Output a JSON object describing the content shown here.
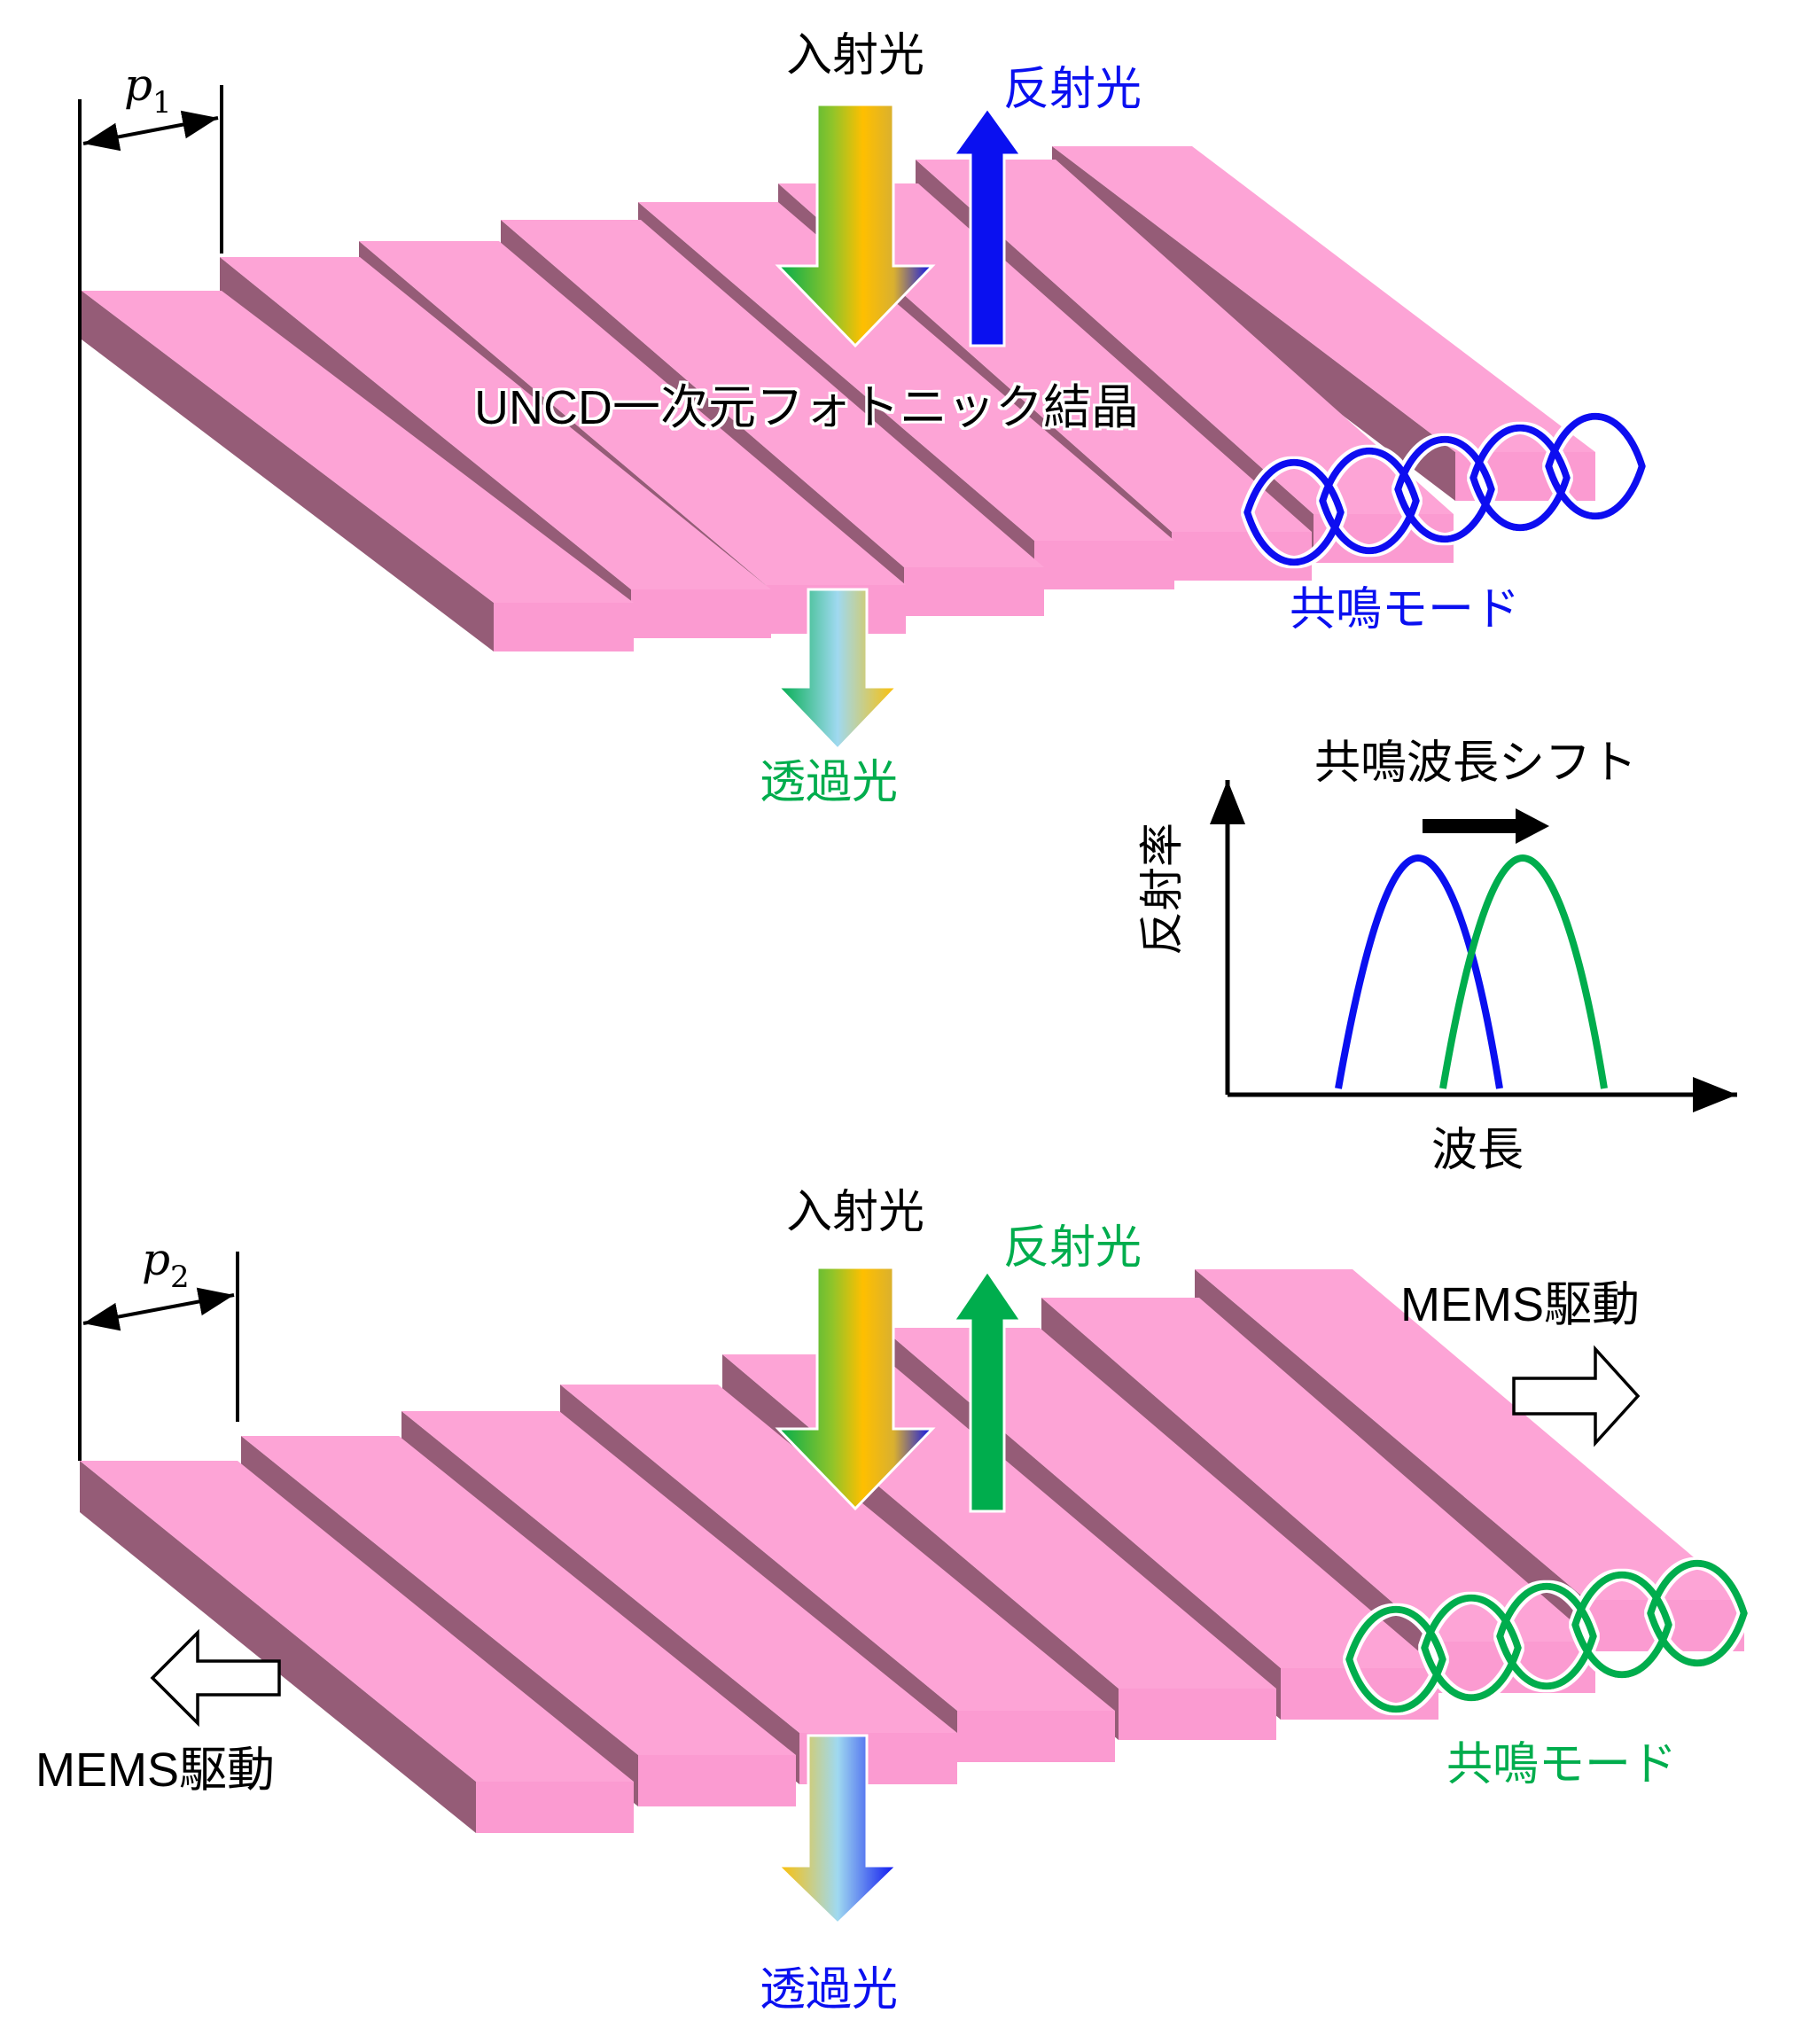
{
  "colors": {
    "bar_top": "#fda4d6",
    "bar_front": "#fb9bd1",
    "bar_side": "#955c77",
    "blue": "#0a10f0",
    "green": "#00ad4d",
    "amber": "#ffbf00",
    "black": "#000000",
    "pink_fill": "#fd9fd6"
  },
  "top_panel": {
    "incident": "入射光",
    "reflected": "反射光",
    "crystal": "UNCD一次元フォトニック結晶",
    "mode": "共鳴モード",
    "transmitted": "透過光",
    "pitch_var": "p",
    "pitch_sub": "1",
    "mode_color": "blue"
  },
  "graph": {
    "title": "共鳴波長シフト",
    "ylabel": "反射率",
    "xlabel": "波長"
  },
  "bottom_panel": {
    "incident": "入射光",
    "reflected": "反射光",
    "mode": "共鳴モード",
    "transmitted": "透過光",
    "mems_right": "MEMS駆動",
    "mems_left": "MEMS駆動",
    "pitch_var": "p",
    "pitch_sub": "2",
    "mode_color": "green"
  }
}
